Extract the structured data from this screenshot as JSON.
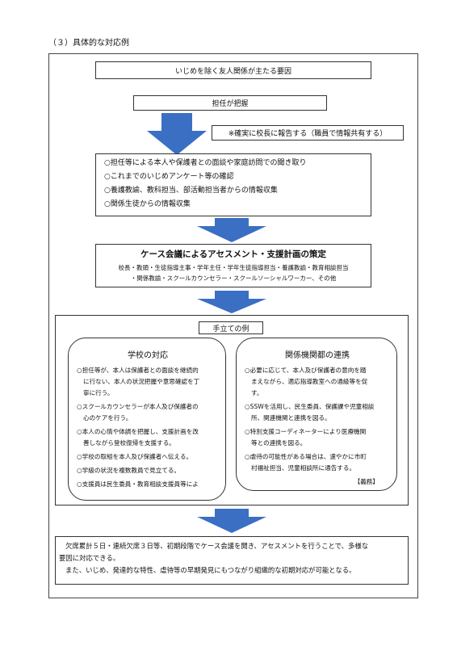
{
  "section_title": "（３）具体的な対応例",
  "top_box": "いじめを除く友人関係が主たる要因",
  "homeroom_box": "担任が把握",
  "report_note": "※確実に校長に報告する（職員で情報共有する）",
  "info_items": [
    "○担任等による本人や保護者との面談や家庭訪問での聞き取り",
    "○これまでのいじめアンケート等の確認",
    "○養護教諭、教科担当、部活動担当者からの情報収集",
    "○関係生徒からの情報収集"
  ],
  "conference": {
    "title": "ケース会議によるアセスメント・支援計画の策定",
    "line1": "校長・教頭・生徒指導主事・学年主任・学年生徒指導担当・養護教諭・教育相談担当",
    "line2": "・関係教諭・スクールカウンセラー・スクールソーシャルワーカー、その他"
  },
  "measures": {
    "label": "手立ての例",
    "school": {
      "title": "学校の対応",
      "items": [
        [
          "○担任等が、本人は保護者との面談を継続的",
          "に行ない、本人の状況把握や意思確認を丁",
          "寧に行う。"
        ],
        [
          "○スクールカウンセラーが本人及び保護者の",
          "心のケアを行う。"
        ],
        [
          "○本人の心情や体調を把握し、支援計画を改",
          "善しながら登校復帰を支援する。"
        ],
        [
          "○学校の取組を本人及び保護者へ伝える。"
        ],
        [
          "○学級の状況を複数教員で見立てる。"
        ],
        [
          "○支援員は民生委員・教育相談支援員等によ"
        ]
      ]
    },
    "agency": {
      "title": "関係機関都の連携",
      "items": [
        [
          "○必要に応じて、本人及び保護者の意向を踏",
          "まえながら、適応指導教室への通級等を促",
          "す。"
        ],
        [
          "○SSWを活用し、民生委員、保護課や児童相談",
          "所、関連機関と連携を図る。"
        ],
        [
          "○特別支援コーディネーターにより医療機関",
          "等との連携を図る。"
        ],
        [
          "○虐待の可能性がある場合は、速やかに市町",
          "村福祉担当、児童相談所に通告する。"
        ]
      ],
      "tag": "【義務】"
    }
  },
  "summary": {
    "line1": "欠席累計５日・連続欠席３日等、初期段階でケース会議を開き、アセスメントを行うことで、多様な",
    "line2": "要因に対応できる。",
    "line3": "また、いじめ、発達的な特性、虐待等の早期発見にもつながり組織的な初期対応が可能となる。"
  },
  "colors": {
    "arrow": "#3a6fc4",
    "border": "#333333"
  }
}
